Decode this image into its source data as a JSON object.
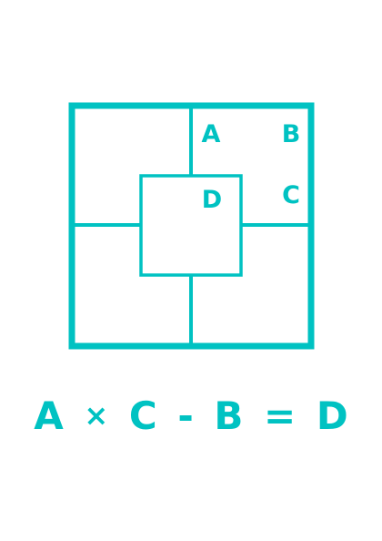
{
  "colors": {
    "accent": "#00c2c2",
    "background": "#ffffff"
  },
  "puzzle": {
    "cell_labels": {
      "a": "A",
      "b": "B",
      "c": "C",
      "d": "D"
    },
    "formula": {
      "term1": "A",
      "op1": "×",
      "term2": "C",
      "op2": "-",
      "term3": "B",
      "op3": "=",
      "result": "D"
    }
  }
}
